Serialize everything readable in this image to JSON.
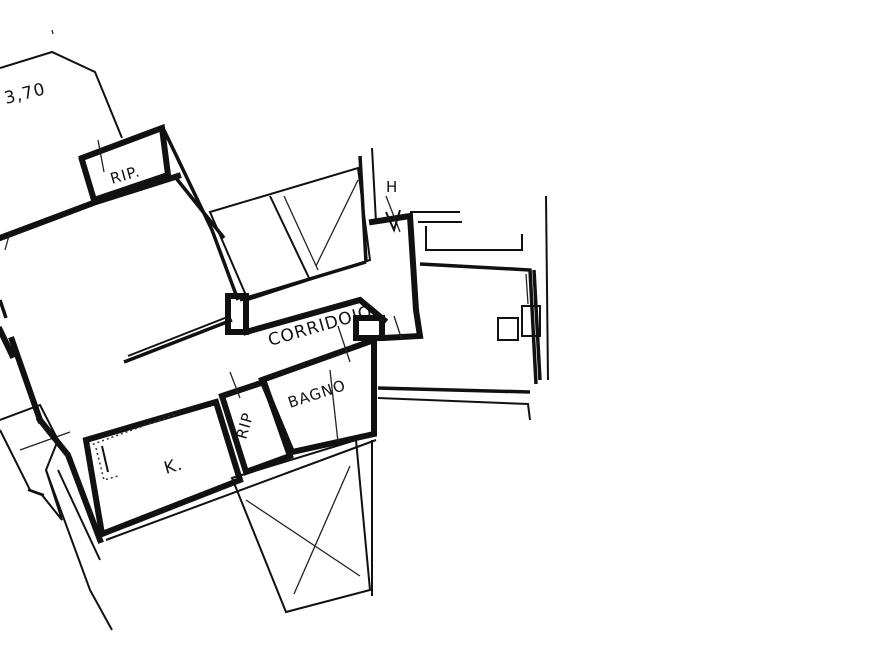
{
  "plan": {
    "dimension": "3,70",
    "rooms": {
      "rip_top": "RIP.",
      "corridoio": "CORRIDOIO",
      "bagno": "BAGNO",
      "rip_bottom": "RIP",
      "kitchen": "K."
    },
    "marker": "H"
  }
}
